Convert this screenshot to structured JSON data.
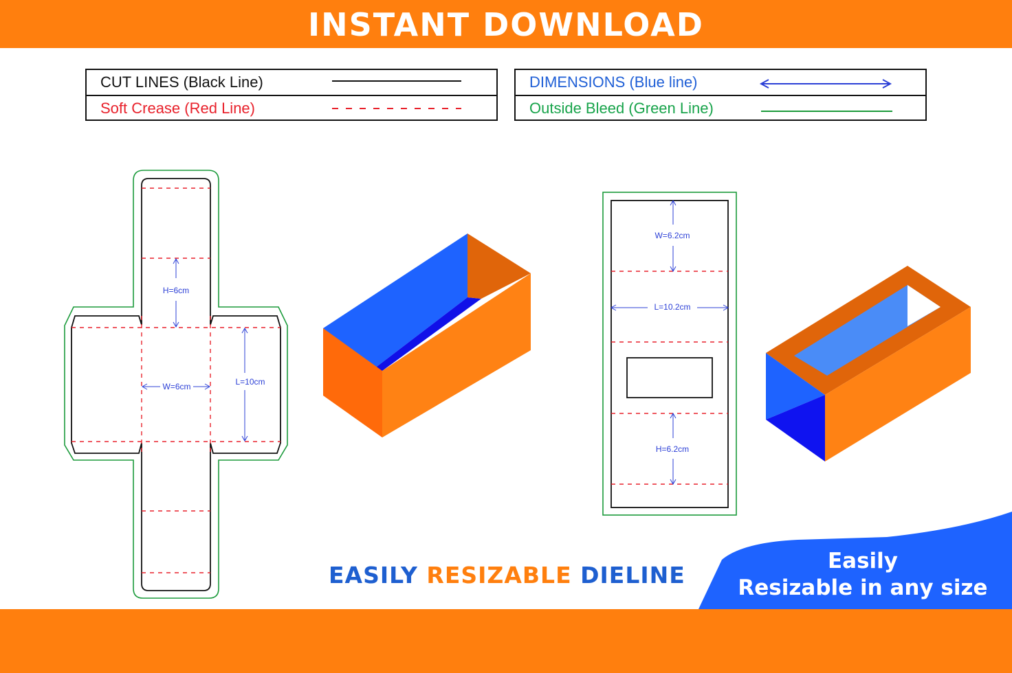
{
  "banner": {
    "title": "INSTANT DOWNLOAD"
  },
  "legend": {
    "cut_lines": "CUT LINES (Black Line)",
    "soft_crease": "Soft Crease (Red Line)",
    "dimensions": "DIMENSIONS (Blue line)",
    "outside_bleed": "Outside Bleed (Green Line)"
  },
  "dieline_left": {
    "height_label": "H=6cm",
    "width_label": "W=6cm",
    "length_label": "L=10cm"
  },
  "dieline_right": {
    "width_label": "W=6.2cm",
    "length_label": "L=10.2cm",
    "height_label": "H=6.2cm"
  },
  "tagline": {
    "part1": "EASILY",
    "part2": "RESIZABLE",
    "part3": "DIELINE"
  },
  "corner_badge": {
    "line1": "Easily",
    "line2": "Resizable in any size"
  },
  "colors": {
    "brand_orange": "#ff7f0e",
    "blue": "#1e63ff",
    "cut_line": "#111111",
    "crease_line": "#e8212b",
    "dimension_line": "#2b3fd6",
    "bleed_line": "#1a9a3a"
  }
}
